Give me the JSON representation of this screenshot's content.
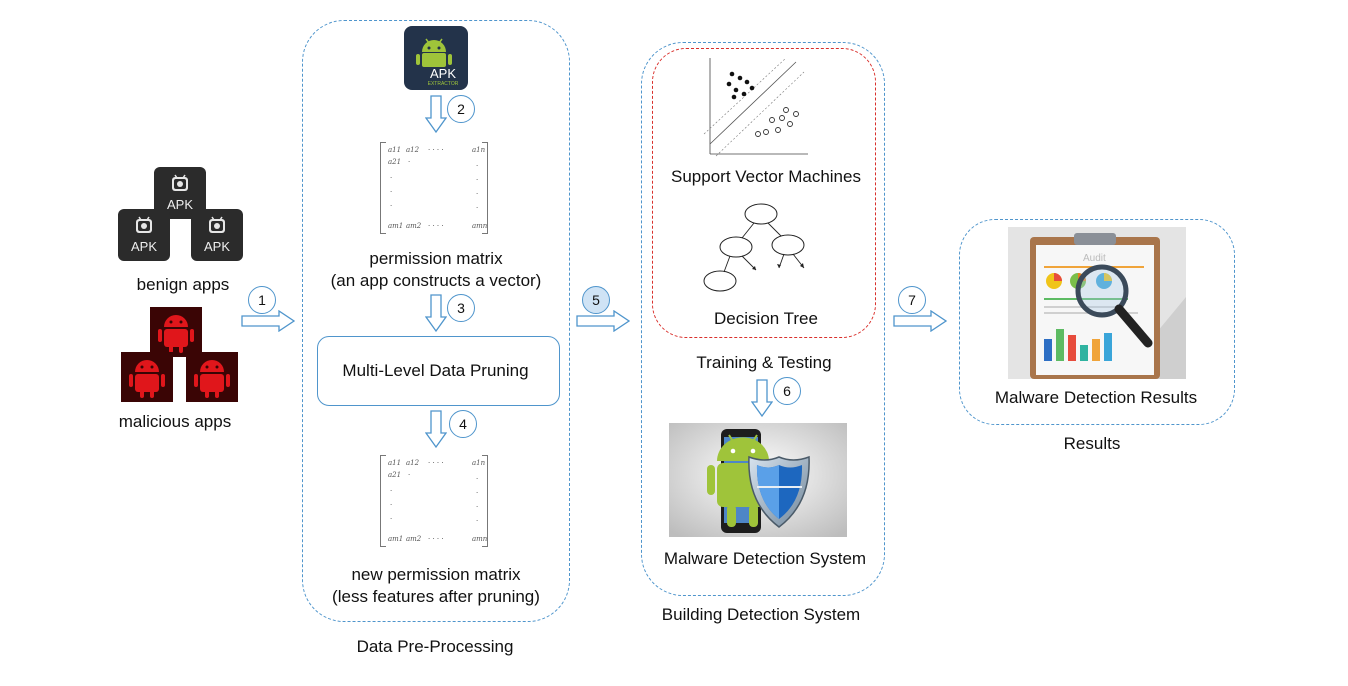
{
  "inputs": {
    "benign_label": "benign apps",
    "malicious_label": "malicious apps",
    "apk_icon_text": "APK"
  },
  "steps": [
    "1",
    "2",
    "3",
    "4",
    "5",
    "6",
    "7"
  ],
  "preprocessing": {
    "title": "Data Pre-Processing",
    "apk_extractor_text": "APK",
    "apk_extractor_subtext": "EXTRACTOR",
    "permission_matrix_line1": "permission matrix",
    "permission_matrix_line2": "(an app constructs a vector)",
    "pruning_label": "Multi-Level Data Pruning",
    "new_matrix_line1": "new permission matrix",
    "new_matrix_line2": "(less features after pruning)",
    "matrix_entries": {
      "a11": "a11",
      "a12": "a12",
      "a1n": "a1n",
      "a21": "a21",
      "am1": "am1",
      "am2": "am2",
      "amn": "amn"
    }
  },
  "building": {
    "title": "Building Detection System",
    "svm_label": "Support Vector Machines",
    "tree_label": "Decision Tree",
    "training_label": "Training & Testing",
    "system_label": "Malware Detection System"
  },
  "results": {
    "title": "Results",
    "box_label": "Malware Detection Results",
    "audit_text": "Audit"
  },
  "colors": {
    "group_border": "#4f95cc",
    "inner_border": "#d9302c",
    "arrow_fill": "#ffffff",
    "arrow_stroke": "#4f95cc",
    "android_green": "#9fc43a",
    "malicious_red": "#e0161b"
  }
}
